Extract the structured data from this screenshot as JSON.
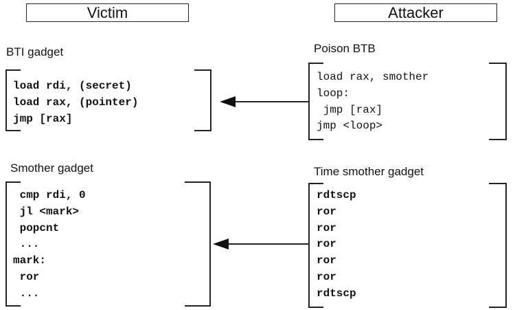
{
  "victim": {
    "title": "Victim",
    "bti_gadget": {
      "label": "BTI gadget",
      "code": "load rdi, (secret)\nload rax, (pointer)\njmp [rax]"
    },
    "smother_gadget": {
      "label": "Smother gadget",
      "code": " cmp rdi, 0\n jl <mark>\n popcnt\n ...\nmark:\n ror\n ..."
    }
  },
  "attacker": {
    "title": "Attacker",
    "poison_btb": {
      "label": "Poison BTB",
      "code": "load rax, smother\nloop:\n jmp [rax]\njmp <loop>"
    },
    "time_smother_gadget": {
      "label": "Time smother gadget",
      "code": "rdtscp\nror\nror\nror\nror\nror\nrdtscp"
    }
  }
}
